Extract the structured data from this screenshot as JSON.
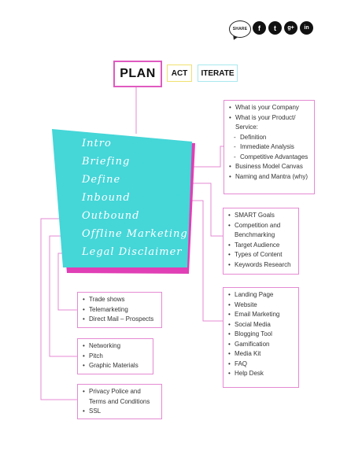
{
  "share": {
    "label": "SHARE",
    "icons": [
      {
        "name": "facebook-icon",
        "glyph": "f"
      },
      {
        "name": "twitter-icon",
        "glyph": "t"
      },
      {
        "name": "google-plus-icon",
        "glyph": "g+"
      },
      {
        "name": "linkedin-icon",
        "glyph": "in"
      }
    ]
  },
  "tabs": {
    "plan": "PLAN",
    "act": "ACT",
    "iterate": "ITERATE"
  },
  "colors": {
    "card": "#45d6d8",
    "card_shadow": "#e03fb5",
    "box_border": "#e58ad3",
    "line": "#e58ad3",
    "plan_border": "#e05ac0",
    "act_border": "#f0e070",
    "iterate_border": "#a8e8ee"
  },
  "menu": [
    "Intro",
    "Briefing",
    "Define",
    "Inbound",
    "Outbound",
    "Offline Marketing",
    "Legal Disclaimer"
  ],
  "boxes": {
    "briefing": [
      {
        "text": "What is your Company",
        "sub": false
      },
      {
        "text": "What is your Product/ Service:",
        "sub": false
      },
      {
        "text": "Definition",
        "sub": true
      },
      {
        "text": "Immediate Analysis",
        "sub": true
      },
      {
        "text": "Competitive Advantages",
        "sub": true
      },
      {
        "text": "Business Model Canvas",
        "sub": false
      },
      {
        "text": "Naming and Mantra (why)",
        "sub": false
      }
    ],
    "define": [
      "SMART Goals",
      "Competition and Benchmarking",
      "Target Audience",
      "Types of Content",
      "Keywords Research"
    ],
    "inbound": [
      "Landing Page",
      "Website",
      "Email Marketing",
      "Social Media",
      "Blogging Tool",
      "Gamification",
      "Media Kit",
      "FAQ",
      "Help Desk"
    ],
    "outbound": [
      "Trade shows",
      "Telemarketing",
      "Direct Mail – Prospects"
    ],
    "offline": [
      "Networking",
      "Pitch",
      "Graphic Materials"
    ],
    "legal": [
      "Privacy Police and Terms and Conditions",
      "SSL"
    ]
  }
}
